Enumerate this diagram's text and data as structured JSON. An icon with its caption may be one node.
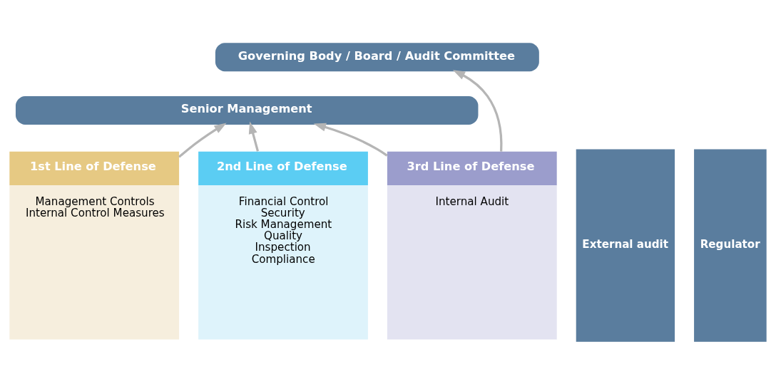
{
  "diagram": {
    "nodes": [
      {
        "text": [
          "Governing Body / Board / Audit Committee"
        ]
      },
      {
        "text": [
          "Senior Management"
        ]
      },
      {
        "text": [
          "1st Line of Defense",
          "Management Controls",
          "Internal Control Measures"
        ]
      },
      {
        "text": [
          "2nd Line of Defense",
          "Financial Control",
          "Security",
          "Risk Management",
          "Quality",
          "Inspection",
          "Compliance"
        ]
      },
      {
        "text": [
          "3rd Line of Defense",
          "Internal Audit"
        ]
      },
      {
        "text": [
          "External audit"
        ]
      },
      {
        "text": [
          "Regulator"
        ]
      }
    ],
    "edges": [
      {
        "from": 2,
        "to": 1,
        "arrow": "to"
      },
      {
        "from": 3,
        "to": 1,
        "arrow": "to"
      },
      {
        "from": 4,
        "to": 1,
        "arrow": "to"
      },
      {
        "from": 4,
        "to": 0,
        "arrow": "to"
      }
    ]
  }
}
